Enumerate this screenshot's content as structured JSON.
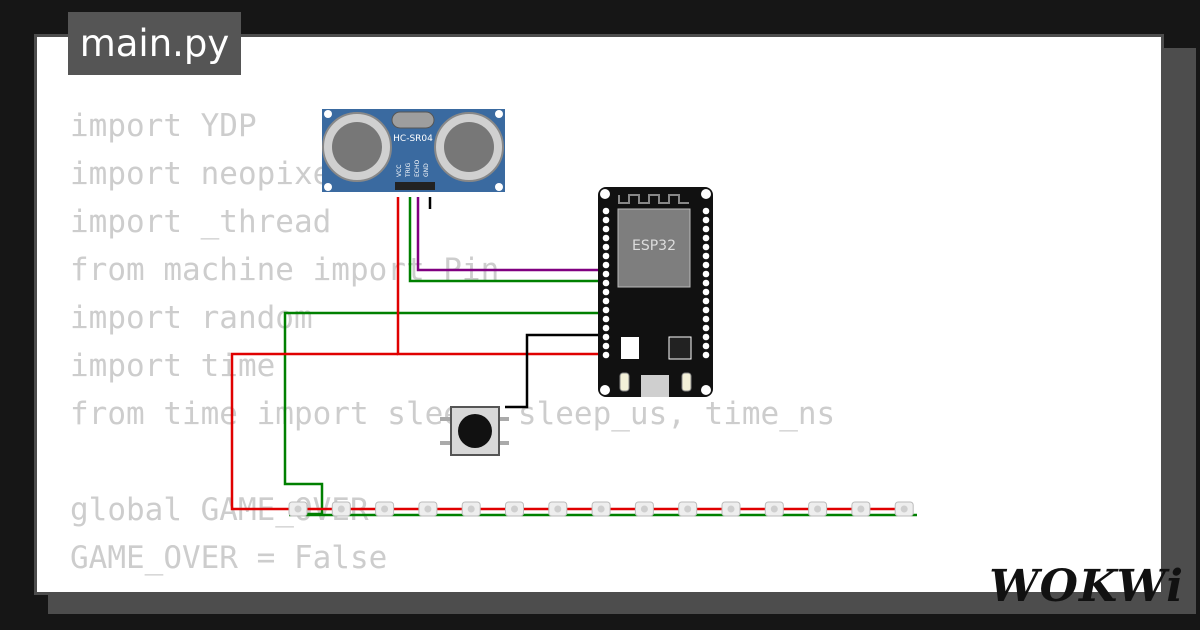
{
  "file_tab": {
    "label": "main.py"
  },
  "code_lines": [
    "import YDP",
    "import neopixel",
    "import _thread",
    "from machine import Pin",
    "import random",
    "import time",
    "from time import sleep, sleep_us, time_ns",
    "",
    "global GAME_OVER",
    "GAME_OVER = False"
  ],
  "sensor": {
    "model": "HC-SR04",
    "pins": [
      "VCC",
      "TRIG",
      "ECHO",
      "GND"
    ]
  },
  "board": {
    "label": "ESP32"
  },
  "led_strip": {
    "count": 15
  },
  "wires": {
    "power": "#e00000",
    "signal": "#008000",
    "echo": "#800080",
    "button": "#000000"
  },
  "brand": {
    "logo": "WOKWi"
  }
}
